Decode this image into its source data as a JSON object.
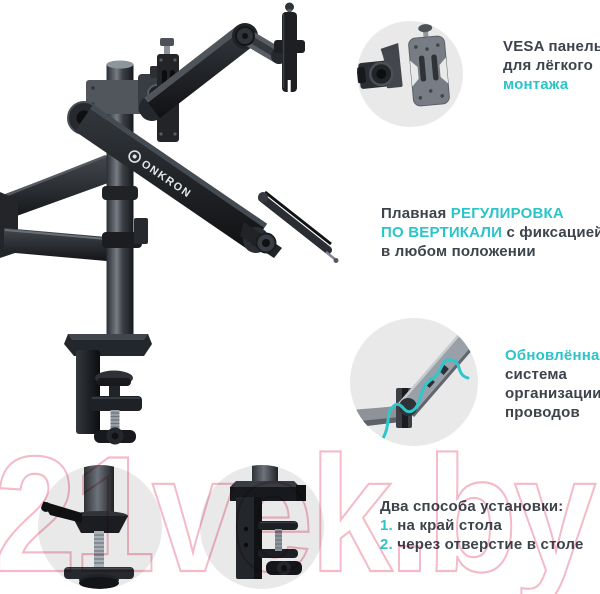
{
  "product": {
    "brand": "ONKRON"
  },
  "watermark": {
    "text": "21vek.by"
  },
  "callouts": {
    "vesa": {
      "line1": "VESA панель",
      "line2": "для лёгкого",
      "line3": "монтажа"
    },
    "vertical_adjust": {
      "l1a": "Плавная ",
      "l1b": "РЕГУЛИРОВКА",
      "l2a": "ПО ВЕРТИКАЛИ",
      "l2b": " с фиксацией",
      "l3": "в любом положении"
    },
    "cable": {
      "l1": "Обновлённая",
      "l2": "система",
      "l3": "организации",
      "l4": "проводов"
    },
    "install": {
      "title": "Два способа установки:",
      "item1_num": "1.",
      "item1_text": " на край стола",
      "item2_num": "2.",
      "item2_text": " через отверстие в столе"
    }
  },
  "colors": {
    "accent": "#2ac4c9",
    "text_dark": "#3d434b",
    "watermark_pink": "#f4b6c4",
    "circle_bg": "#e9e9e9",
    "cable_teal": "#2ec7cb"
  }
}
